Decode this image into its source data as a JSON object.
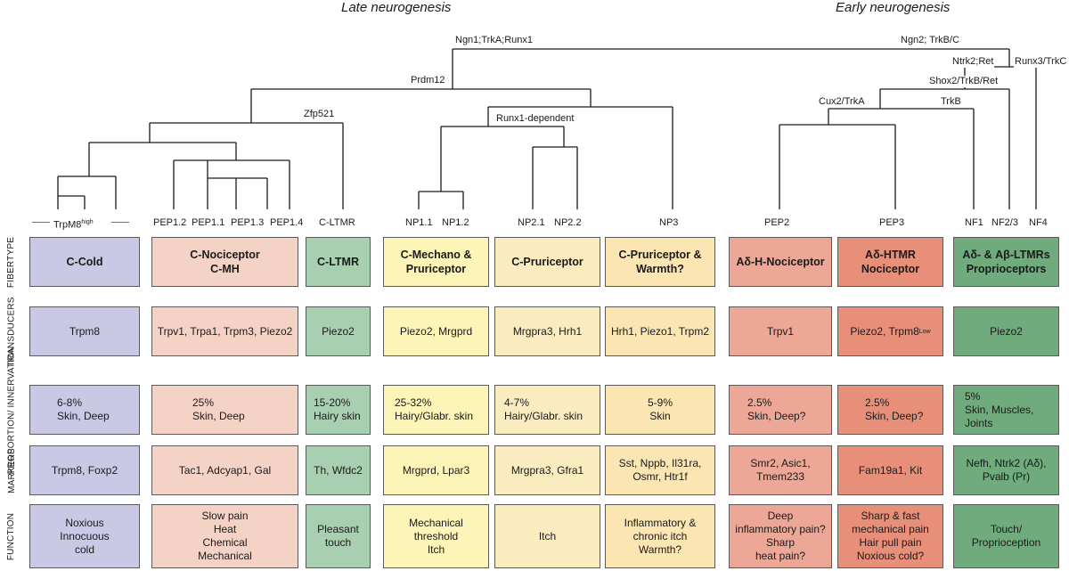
{
  "headers": {
    "late": "Late neurogenesis",
    "early": "Early neurogenesis"
  },
  "tree_labels": {
    "ngn1": "Ngn1;TrkA;Runx1",
    "ngn2": "Ngn2; TrkB/C",
    "prdm12": "Prdm12",
    "ntrk2": "Ntrk2;Ret",
    "runx3": "Runx3/TrkC",
    "shox2": "Shox2/TrkB/Ret",
    "zfp521": "Zfp521",
    "runx1dep": "Runx1-dependent",
    "cux2": "Cux2/TrkA",
    "trkb": "TrkB"
  },
  "leaves": {
    "trpm8": "TrpM8",
    "trpm8_sup": "high",
    "pep12": "PEP1.2",
    "pep11": "PEP1.1",
    "pep13": "PEP1.3",
    "pep14": "PEP1.4",
    "cltmr": "C-LTMR",
    "np11": "NP1.1",
    "np12": "NP1.2",
    "np21": "NP2.1",
    "np22": "NP2.2",
    "np3": "NP3",
    "pep2": "PEP2",
    "pep3": "PEP3",
    "nf1": "NF1",
    "nf23": "NF2/3",
    "nf4": "NF4"
  },
  "row_labels": {
    "fibertype": "FIBERTYPE",
    "transducers": "TRANSDUCERS",
    "proportion": "PROPORTION/\nINNERVATION",
    "markers": "MARKERS",
    "function": "FUNCTION"
  },
  "colors": {
    "ccold": "#c9c9e6",
    "cnoci": "#f5d2c6",
    "cltmr": "#a9cfb1",
    "cmech": "#fdf4b7",
    "cprur": "#fbecc0",
    "cprur_w": "#fbe6b3",
    "adh": "#eda797",
    "adhtmr": "#e88f79",
    "ltmr": "#6fab7c"
  },
  "columns": [
    {
      "fibertype": "C-Cold",
      "transducers": "Trpm8",
      "proportion": "6-8%\nSkin, Deep",
      "markers": "Trpm8, Foxp2",
      "function": "Noxious\nInnocuous\ncold"
    },
    {
      "fibertype": "C-Nociceptor\nC-MH",
      "transducers": "Trpv1, Trpa1, Trpm3, Piezo2",
      "proportion": "25%\nSkin, Deep",
      "markers": "Tac1, Adcyap1, Gal",
      "function": "Slow pain\nHeat\nChemical\nMechanical"
    },
    {
      "fibertype": "C-LTMR",
      "transducers": "Piezo2",
      "proportion": "15-20%\nHairy skin",
      "markers": "Th, Wfdc2",
      "function": "Pleasant\ntouch"
    },
    {
      "fibertype": "C-Mechano &\nPruriceptor",
      "transducers": "Piezo2, Mrgprd",
      "proportion": "25-32%\nHairy/Glabr. skin",
      "markers": "Mrgprd, Lpar3",
      "function": "Mechanical\nthreshold\nItch"
    },
    {
      "fibertype": "C-Pruriceptor",
      "transducers": "Mrgpra3, Hrh1",
      "proportion": "4-7%\nHairy/Glabr. skin",
      "markers": "Mrgpra3, Gfra1",
      "function": "Itch"
    },
    {
      "fibertype": "C-Pruriceptor &\nWarmth?",
      "transducers": "Hrh1, Piezo1, Trpm2",
      "proportion": "5-9%\nSkin",
      "markers": "Sst, Nppb, Il31ra,\nOsmr, Htr1f",
      "function": "Inflammatory &\nchronic itch\nWarmth?"
    },
    {
      "fibertype": "Aδ-H-Nociceptor",
      "transducers": "Trpv1",
      "proportion": "2.5%\nSkin, Deep?",
      "markers": "Smr2, Asic1,\nTmem233",
      "function": "Deep\ninflammatory pain?\nSharp\nheat pain?"
    },
    {
      "fibertype": "Aδ-HTMR\nNociceptor",
      "transducers": "Piezo2, Trpm8",
      "transducers_sup": "Low",
      "proportion": "2.5%\nSkin, Deep?",
      "markers": "Fam19a1, Kit",
      "function": "Sharp & fast\nmechanical pain\nHair pull pain\nNoxious cold?"
    },
    {
      "fibertype": "Aδ- & Aβ-LTMRs\nProprioceptors",
      "transducers": "Piezo2",
      "proportion": "5%\nSkin, Muscles,\nJoints",
      "markers": "Nefh, Ntrk2 (Aδ),\nPvalb (Pr)",
      "function": "Touch/\nProprioception"
    }
  ]
}
